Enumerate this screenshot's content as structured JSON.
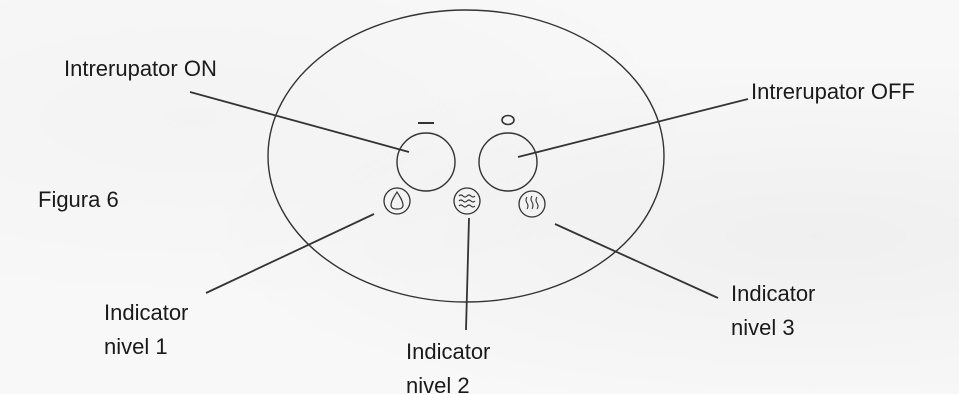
{
  "figure_label": "Figura 6",
  "labels": {
    "switch_on": "Intrerupator ON",
    "switch_off": "Intrerupator OFF",
    "indicator_1": {
      "line1": "Indicator",
      "line2": "nivel 1"
    },
    "indicator_2": {
      "line1": "Indicator",
      "line2": "nivel 2"
    },
    "indicator_3": {
      "line1": "Indicator",
      "line2": "nivel 3"
    }
  },
  "icons": {
    "on_symbol": "dash-icon",
    "off_symbol": "circle-o-icon",
    "level_1": "droplet-icon",
    "level_2": "waves-icon",
    "level_3": "heat-waves-icon"
  }
}
